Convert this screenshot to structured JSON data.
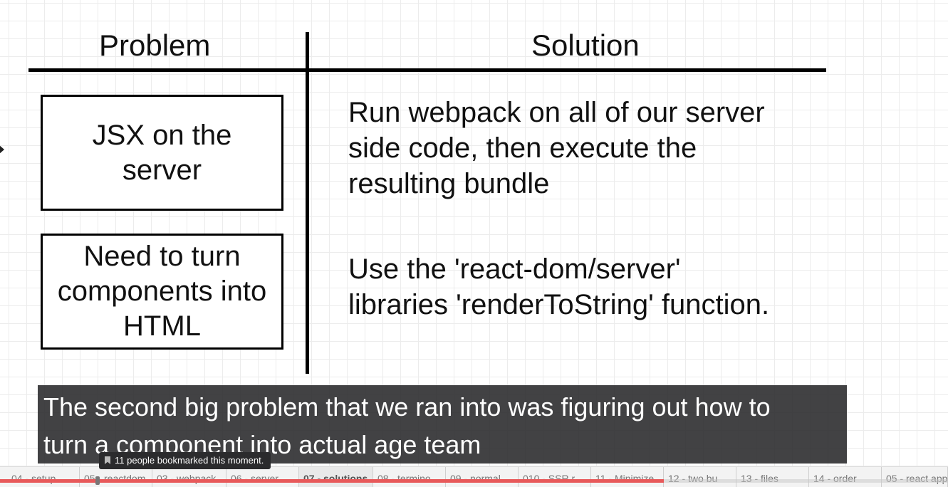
{
  "slide": {
    "headers": {
      "problem": "Problem",
      "solution": "Solution"
    },
    "rows": [
      {
        "problem": "JSX on the\nserver",
        "solution": "Run webpack on all of our server\nside code, then execute the\nresulting bundle"
      },
      {
        "problem": "Need to turn\ncomponents into\nHTML",
        "solution": "Use the 'react-dom/server'\nlibraries 'renderToString' function."
      }
    ]
  },
  "caption": "The second big problem that we ran into was figuring out how to\nturn a component into actual age team",
  "bookmark_tooltip": "11 people bookmarked this moment.",
  "tabs": [
    {
      "label": "04 - setup"
    },
    {
      "label": "05 - reactdom"
    },
    {
      "label": "03 - webpack"
    },
    {
      "label": "06 - server"
    },
    {
      "label": "07 - solutions",
      "active": true
    },
    {
      "label": "08 - termino"
    },
    {
      "label": "09 - normal"
    },
    {
      "label": "010 - SSR r"
    },
    {
      "label": "11 - Minimize"
    },
    {
      "label": "12 - two bu"
    },
    {
      "label": "13 - files"
    },
    {
      "label": "14 - order"
    },
    {
      "label": "05 - react app"
    }
  ],
  "progress": {
    "played_fraction": 0.7
  },
  "colors": {
    "progress": "#e8595a",
    "caption_bg": "#28282a"
  }
}
